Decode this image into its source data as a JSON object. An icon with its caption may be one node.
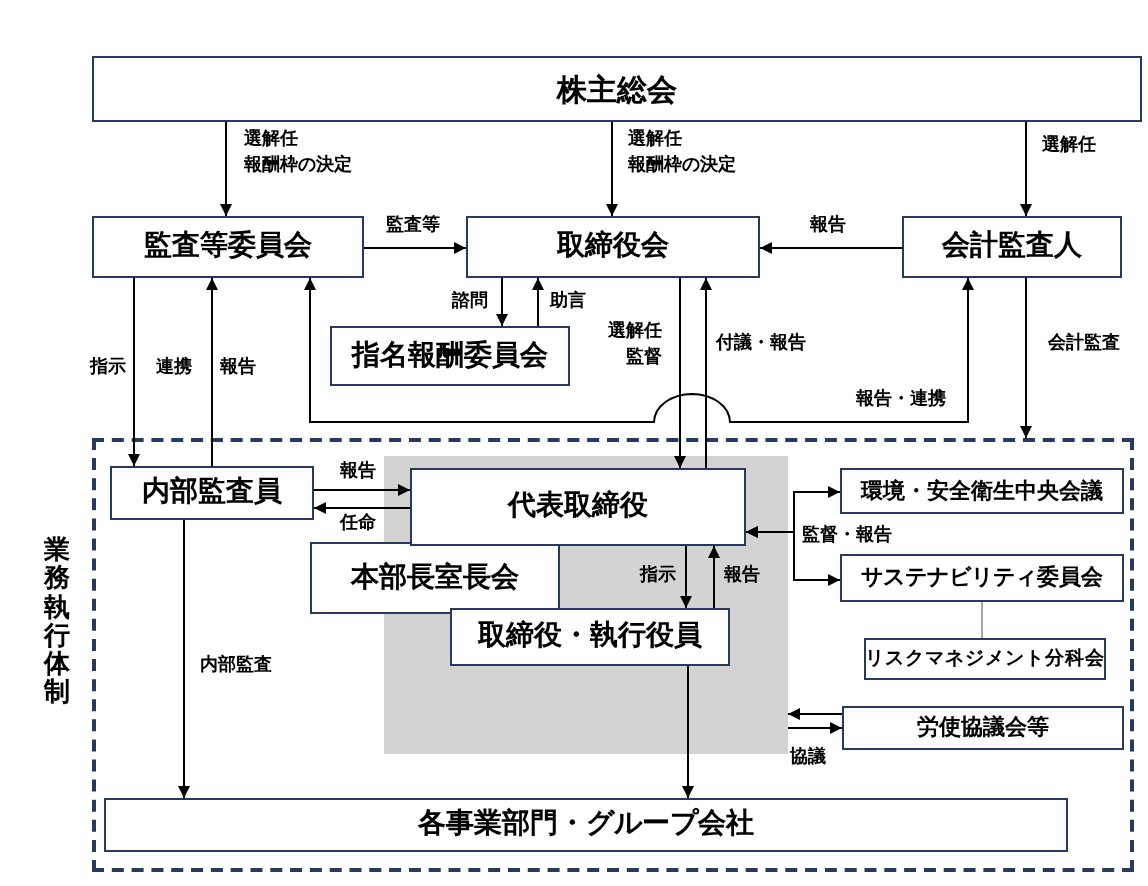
{
  "diagram": {
    "nodes": [
      {
        "text": [
          "株主総会"
        ]
      },
      {
        "text": [
          "監査等委員会"
        ]
      },
      {
        "text": [
          "取締役会"
        ]
      },
      {
        "text": [
          "会計監査人"
        ]
      },
      {
        "text": [
          "指名報酬委員会"
        ]
      },
      {
        "text": [
          "業務執行体制"
        ]
      },
      {
        "text": [
          "内部監査員"
        ],
        "in": 5
      },
      {
        "text": [],
        "shape": "box",
        "in": 5
      },
      {
        "text": [
          "代表取締役"
        ],
        "in": 7
      },
      {
        "text": [
          "本部長室長会"
        ],
        "in": 5
      },
      {
        "text": [
          "取締役・執行役員"
        ],
        "in": 7
      },
      {
        "text": [
          "環境・安全衛生中央会議"
        ],
        "in": 5
      },
      {
        "text": [
          "サステナビリティ委員会"
        ],
        "in": 5
      },
      {
        "text": [
          "リスクマネジメント分科会"
        ],
        "in": 5
      },
      {
        "text": [
          "労使協議会等"
        ],
        "in": 5
      },
      {
        "text": [
          "各事業部門・グループ会社"
        ],
        "in": 5
      }
    ],
    "edges": [
      {
        "from": 0,
        "to": 1,
        "arrow": "to",
        "label": "選解任"
      },
      {
        "from": 0,
        "to": 2,
        "arrow": "to",
        "label": "選解任"
      },
      {
        "from": 0,
        "to": 3,
        "arrow": "to",
        "label": "選解任"
      },
      {
        "from": 1,
        "to": 2,
        "arrow": "to",
        "label": "監査等"
      },
      {
        "from": 3,
        "to": 2,
        "arrow": "to",
        "label": "報告"
      },
      {
        "from": 2,
        "to": 4,
        "arrow": "to",
        "label": "諮問"
      },
      {
        "from": 4,
        "to": 2,
        "arrow": "to",
        "label": "助言"
      },
      {
        "from": 1,
        "to": 6,
        "arrow": "to",
        "label": "指示"
      },
      {
        "from": 6,
        "to": 1,
        "arrow": "to",
        "label": "報告"
      },
      {
        "from": 3,
        "to": 1,
        "arrow": "both",
        "label": "報告・連携"
      },
      {
        "from": 2,
        "to": 8,
        "arrow": "to",
        "label": "選解任"
      },
      {
        "from": 8,
        "to": 2,
        "arrow": "to",
        "label": "付議・報告"
      },
      {
        "from": 3,
        "to": 5,
        "arrow": "to",
        "label": "会計監査"
      },
      {
        "from": 6,
        "to": 8,
        "arrow": "to",
        "label": "報告"
      },
      {
        "from": 8,
        "to": 6,
        "arrow": "to",
        "label": "任命"
      },
      {
        "from": 8,
        "to": 10,
        "arrow": "to",
        "label": "指示"
      },
      {
        "from": 10,
        "to": 8,
        "arrow": "to",
        "label": "報告"
      },
      {
        "from": 10,
        "to": 15,
        "arrow": "to"
      },
      {
        "from": 6,
        "to": 15,
        "arrow": "to",
        "label": "内部監査"
      },
      {
        "from": 8,
        "to": 11,
        "arrow": "both",
        "label": "監督・報告"
      },
      {
        "from": 8,
        "to": 12,
        "arrow": "both"
      },
      {
        "from": 12,
        "to": 13,
        "arrow": "none",
        "color": "#a6a6a6"
      },
      {
        "from": 14,
        "to": 7,
        "arrow": "to"
      },
      {
        "from": 7,
        "to": 14,
        "arrow": "to",
        "label": "協議"
      }
    ],
    "labels": [
      "報酬枠の決定",
      "報酬枠の決定",
      "監督",
      "連携"
    ]
  }
}
